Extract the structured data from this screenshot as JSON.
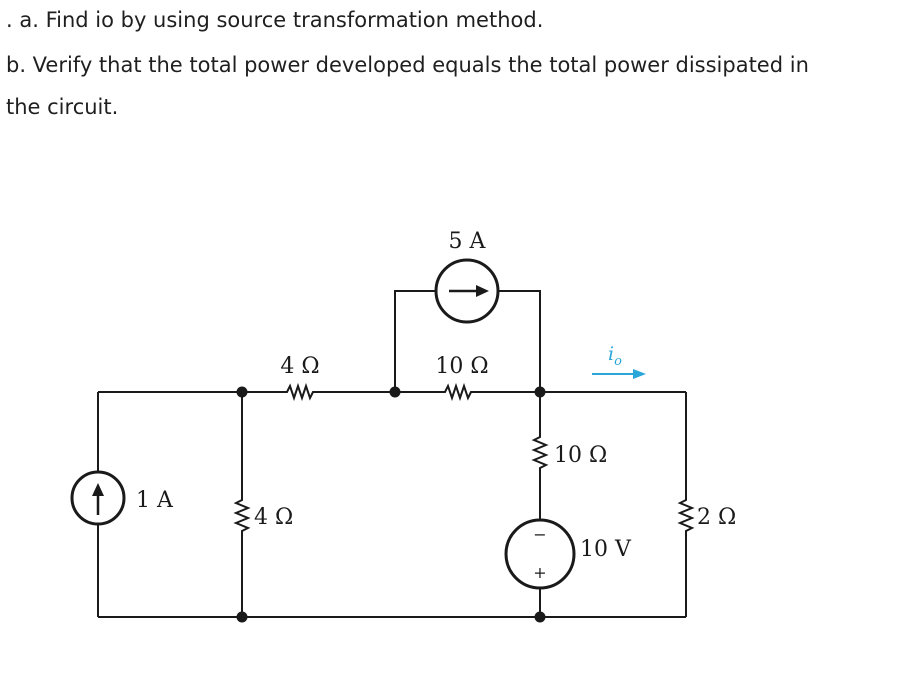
{
  "question": {
    "line_a": ". a. Find io by using source transformation method.",
    "line_b1": "b. Verify that the total power developed equals the total power dissipated in",
    "line_b2": "the circuit."
  },
  "circuit": {
    "current_source_top": "5 A",
    "current_source_left": "1 A",
    "voltage_source": "10 V",
    "resistor_series_left": "4 Ω",
    "resistor_series_mid": "10 Ω",
    "resistor_shunt_left": "4 Ω",
    "resistor_vertical_mid": "10 Ω",
    "resistor_right": "2 Ω",
    "io_symbol": "i",
    "io_subscript": "o",
    "vs_minus": "−",
    "vs_plus": "+",
    "colors": {
      "wire": "#1a1a1a",
      "io_arrow": "#2aa6d9"
    }
  }
}
